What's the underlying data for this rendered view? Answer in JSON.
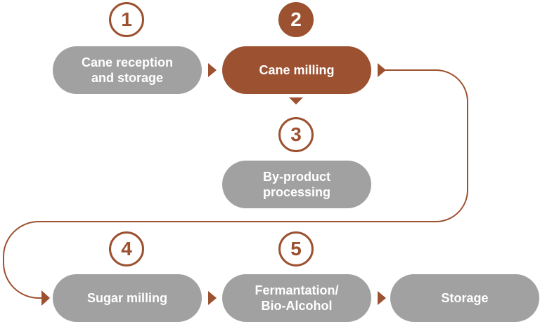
{
  "colors": {
    "accent": "#9c5130",
    "inactive": "#a1a1a1"
  },
  "steps": [
    {
      "number": "1",
      "label": "Cane reception\nand storage",
      "active": false
    },
    {
      "number": "2",
      "label": "Cane milling",
      "active": true
    },
    {
      "number": "3",
      "label": "By-product\nprocessing",
      "active": false
    },
    {
      "number": "4",
      "label": "Sugar milling",
      "active": false
    },
    {
      "number": "5",
      "label": "Fermantation/\nBio-Alcohol",
      "active": false
    },
    {
      "number": "",
      "label": "Storage",
      "active": false
    }
  ]
}
